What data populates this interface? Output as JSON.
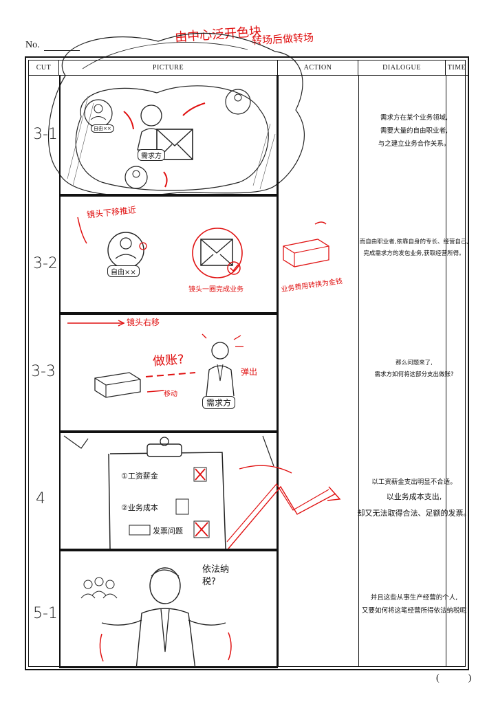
{
  "header": {
    "no_label": "No.",
    "columns": {
      "cut": "CUT",
      "picture": "PICTURE",
      "action": "ACTION",
      "dialogue": "DIALOGUE",
      "time": "TIME"
    }
  },
  "top_notes": {
    "line1": "由中心泛开色块",
    "line2": "转场后做转场"
  },
  "rows": [
    {
      "cut": "3-1",
      "picture_labels": {
        "avatar_tag": "自由××",
        "main_tag": "需求方"
      },
      "dialogue": [
        "需求方在某个业务领域,",
        "需要大量的自由职业者,",
        "与之建立业务合作关系。"
      ]
    },
    {
      "cut": "3-2",
      "picture_labels": {
        "avatar_tag": "自由××",
        "note_camera": "镜头下移推近",
        "note_circle": "镜头一圈完成业务"
      },
      "action_note": "业务费用转换为金钱",
      "dialogue": [
        "而自由职业者,依靠自身的专长、经营自己,",
        "完成需求方的发包业务,获取经营所得。"
      ]
    },
    {
      "cut": "3-3",
      "picture_labels": {
        "note_pan": "镜头右移",
        "question": "做账?",
        "note_move": "移动",
        "note_pop": "弹出",
        "client_tag": "需求方"
      },
      "dialogue": [
        "那么问题来了,",
        "需求方如何将这部分支出做账?"
      ]
    },
    {
      "cut": "4",
      "picture_labels": {
        "item1": "①工资薪金",
        "item2": "②业务成本",
        "item3": "发票问题"
      },
      "dialogue": [
        "以工资薪金支出明显不合适。",
        "以业务成本支出,",
        "却又无法取得合法、足额的发票。"
      ]
    },
    {
      "cut": "5-1",
      "picture_labels": {
        "question": "依法纳税?"
      },
      "dialogue": [
        "并且这些从事生产经营的个人,",
        "又要如何将这笔经营所得依法纳税呢"
      ]
    }
  ],
  "footer": {
    "page_paren": "(　　　)"
  },
  "colors": {
    "ink": "#111111",
    "annotation": "#e01010"
  }
}
